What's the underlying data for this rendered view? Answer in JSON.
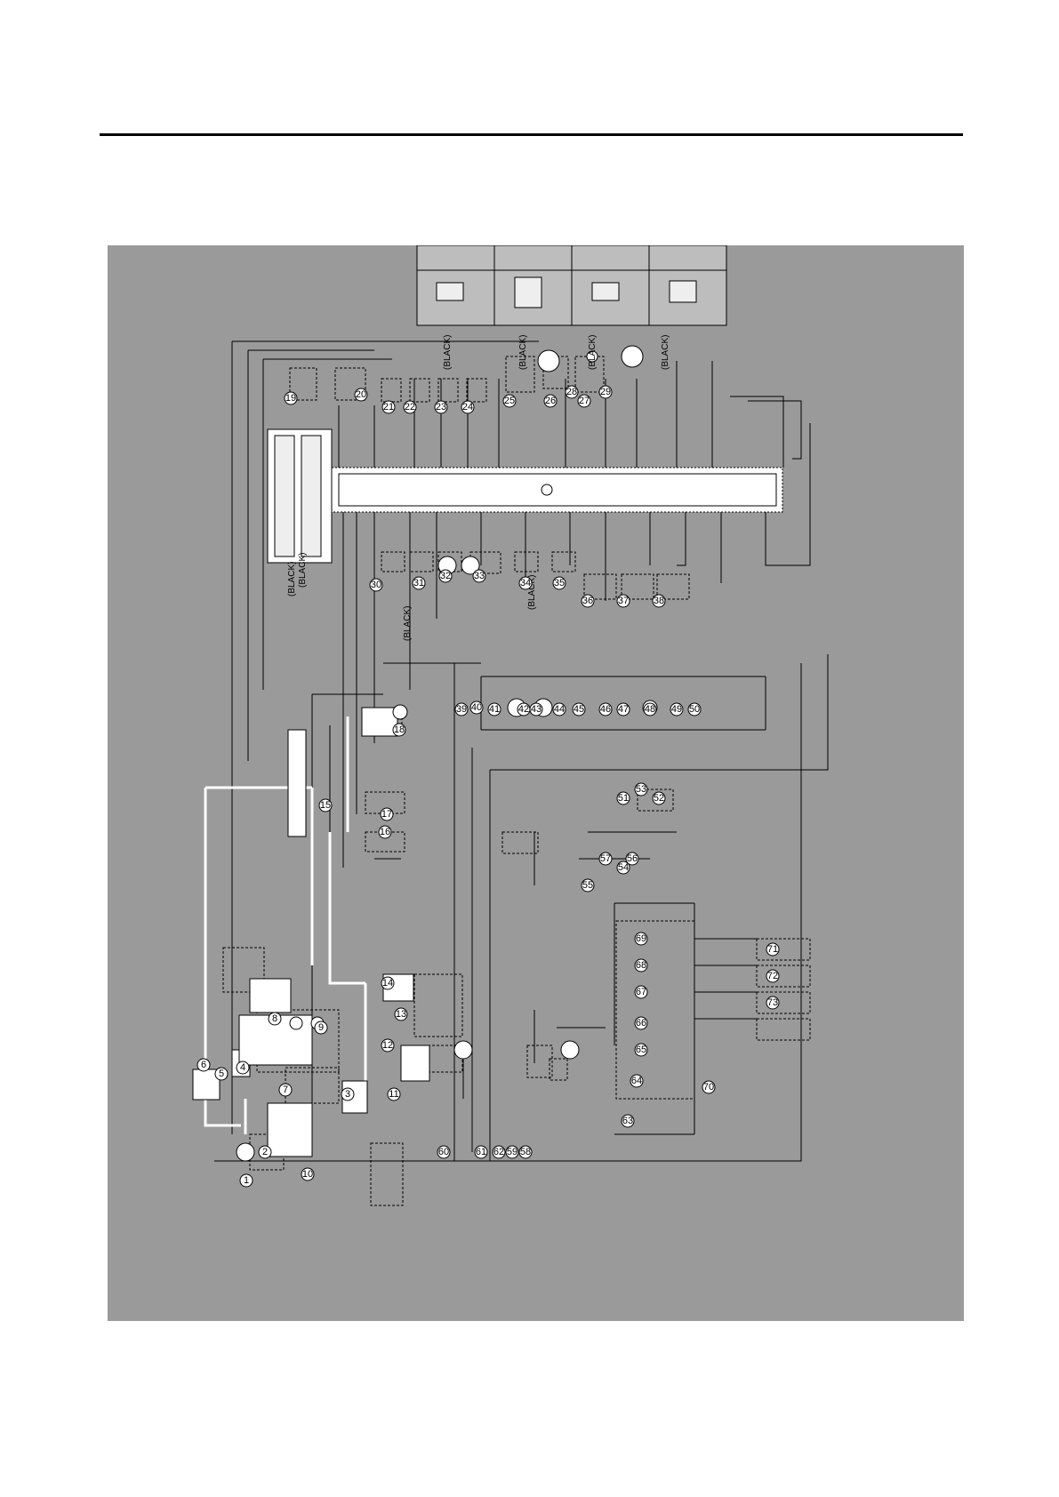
{
  "page": {
    "header_rule": true
  },
  "diagram": {
    "background_color": "#9a9a9a",
    "line_color": "#000000",
    "highlight_color": "#ffffff",
    "connector_notes": [
      "(BLACK)",
      "(BLACK)",
      "(BLACK)",
      "(BLACK)",
      "(BLACK)",
      "(BLACK)",
      "(BLACK)",
      "(BLACK)"
    ],
    "callouts": [
      "1",
      "2",
      "3",
      "4",
      "5",
      "6",
      "7",
      "8",
      "9",
      "10",
      "11",
      "12",
      "13",
      "14",
      "15",
      "16",
      "17",
      "18",
      "19",
      "20",
      "21",
      "22",
      "23",
      "24",
      "25",
      "26",
      "27",
      "28",
      "29",
      "30",
      "31",
      "32",
      "33",
      "34",
      "35",
      "36",
      "37",
      "38",
      "39",
      "40",
      "41",
      "42",
      "43",
      "44",
      "45",
      "46",
      "47",
      "48",
      "49",
      "50",
      "51",
      "52",
      "53",
      "54",
      "55",
      "56",
      "57",
      "58",
      "59",
      "60",
      "61",
      "62",
      "63",
      "64",
      "65",
      "66",
      "67",
      "68",
      "69",
      "70",
      "71",
      "72",
      "73"
    ]
  }
}
